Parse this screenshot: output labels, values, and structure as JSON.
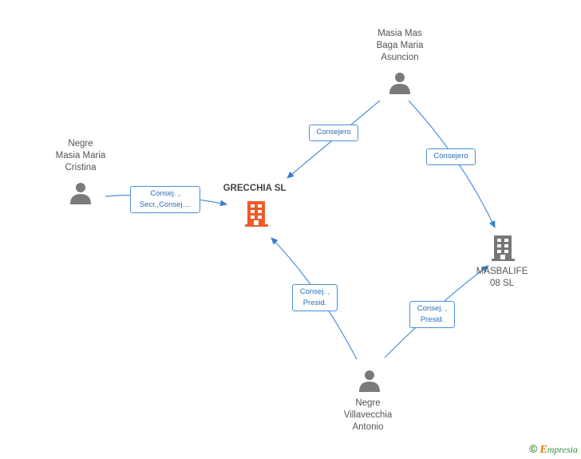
{
  "nodes": {
    "person_masia_mas": {
      "label_lines": [
        "Masia Mas",
        "Baga Maria",
        "Asuncion"
      ]
    },
    "person_negre_masia": {
      "label_lines": [
        "Negre",
        "Masia Maria",
        "Cristina"
      ]
    },
    "person_negre_villavecchia": {
      "label_lines": [
        "Negre",
        "Villavecchia",
        "Antonio"
      ]
    },
    "company_grecchia": {
      "label_lines": [
        "GRECCHIA SL"
      ]
    },
    "company_masbalife": {
      "label_lines": [
        "MASBALIFE",
        "08 SL"
      ]
    }
  },
  "edges": {
    "masia_mas_to_grecchia": {
      "label_lines": [
        "Consejero"
      ]
    },
    "masia_mas_to_masbalife": {
      "label_lines": [
        "Consejero"
      ]
    },
    "negre_masia_to_grecchia": {
      "label_lines": [
        "Consej. ,",
        "Secr.,Consej...."
      ]
    },
    "villavecchia_to_grecchia": {
      "label_lines": [
        "Consej. ,",
        "Presid."
      ]
    },
    "villavecchia_to_masbalife": {
      "label_lines": [
        "Consej. ,",
        "Presid."
      ]
    }
  },
  "colors": {
    "edge": "#4a90d9",
    "person_icon": "#7a7a7a",
    "company_main": "#f15a29",
    "company_other": "#777777"
  },
  "watermark": {
    "copyright_symbol": "©",
    "brand_first_letter": "E",
    "brand_rest": "mpresia"
  }
}
